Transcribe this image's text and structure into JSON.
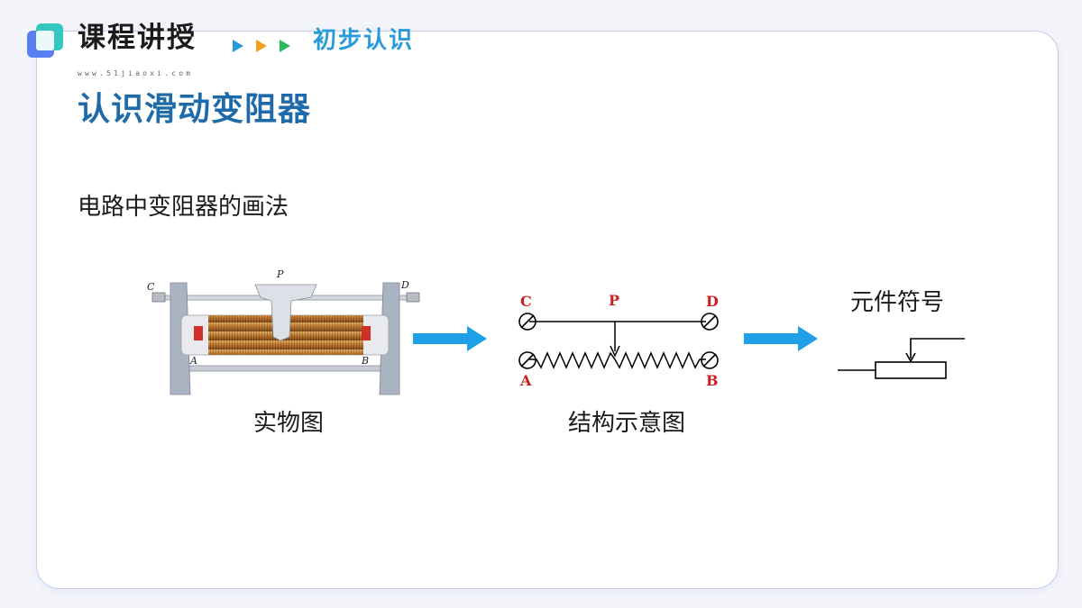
{
  "header": {
    "title": "课程讲授",
    "website": "www.51jiaoxi.com",
    "section": "初步认识"
  },
  "main_title": "认识滑动变阻器",
  "sub_heading": "电路中变阻器的画法",
  "figures": {
    "physical": {
      "caption": "实物图",
      "labels": {
        "c": "C",
        "d": "D",
        "p": "P",
        "a": "A",
        "b": "B"
      }
    },
    "structure": {
      "caption": "结构示意图",
      "labels": {
        "c": "C",
        "p": "P",
        "d": "D",
        "a": "A",
        "b": "B"
      }
    },
    "symbol": {
      "caption": "元件符号"
    }
  },
  "colors": {
    "accent_blue": "#1f6aa8",
    "section_blue": "#2a9ad8",
    "arrow_blue": "#1fa0e6",
    "label_red": "#cc1f1f",
    "coil_copper": "#c98a3a"
  },
  "icons": {
    "logo": "stacked-squares-logo",
    "arrows": "play-triangle-icons",
    "flow_arrow": "right-arrow-icon"
  }
}
